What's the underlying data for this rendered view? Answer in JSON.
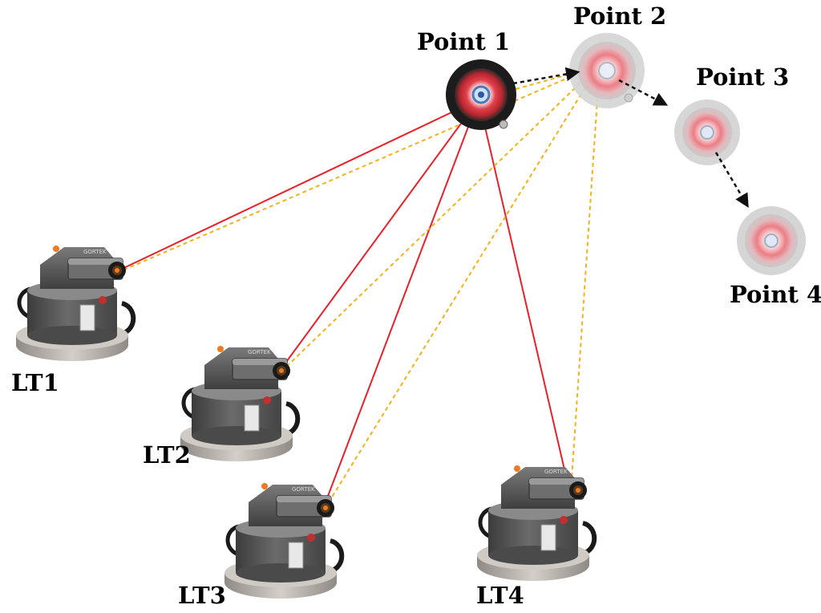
{
  "points": [
    {
      "id": "p1",
      "label": "Point 1",
      "state": "current"
    },
    {
      "id": "p2",
      "label": "Point 2",
      "state": "next"
    },
    {
      "id": "p3",
      "label": "Point 3",
      "state": "next"
    },
    {
      "id": "p4",
      "label": "Point 4",
      "state": "next"
    }
  ],
  "trackers": [
    {
      "id": "lt1",
      "label": "LT1"
    },
    {
      "id": "lt2",
      "label": "LT2"
    },
    {
      "id": "lt3",
      "label": "LT3"
    },
    {
      "id": "lt4",
      "label": "LT4"
    }
  ],
  "device_brand": "GORTEK",
  "colors": {
    "beam_current": "#e8202a",
    "beam_next": "#f2b21a",
    "path": "#111111",
    "target_ring": "#e0414b",
    "tracker_body": "#5d5d5d",
    "tracker_base": "#b9b4ae"
  }
}
